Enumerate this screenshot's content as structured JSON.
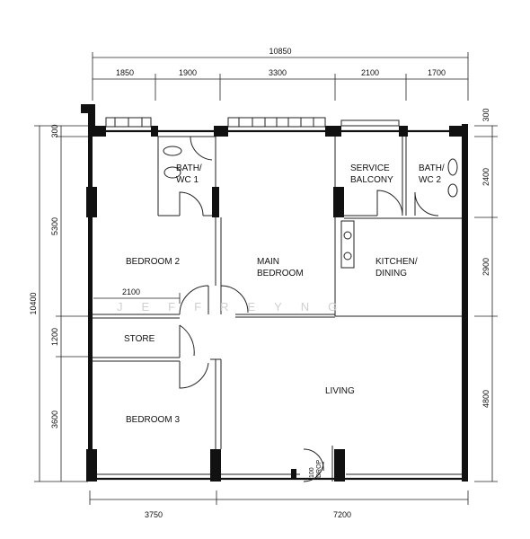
{
  "dimensions": {
    "top_total": "10850",
    "top_segments": [
      "1850",
      "1900",
      "3300",
      "2100",
      "1700"
    ],
    "bottom_segments": [
      "3750",
      "7200"
    ],
    "left_total": "10400",
    "left_segments": [
      "300",
      "5300",
      "1200",
      "3600"
    ],
    "right_segments": [
      "300",
      "2400",
      "2900",
      "4800"
    ],
    "inner_2100": "2100"
  },
  "rooms": {
    "bath_wc1": [
      "BATH/",
      "WC 1"
    ],
    "service_balcony": [
      "SERVICE",
      "BALCONY"
    ],
    "bath_wc2": [
      "BATH/",
      "WC 2"
    ],
    "bedroom2": "BEDROOM 2",
    "main_bedroom": [
      "MAIN",
      "BEDROOM"
    ],
    "kitchen_dining": [
      "KITCHEN/",
      "DINING"
    ],
    "store": "STORE",
    "living": "LIVING",
    "bedroom3": "BEDROOM 3"
  },
  "annotations": {
    "refuse_drop": [
      "100",
      "DROP"
    ]
  },
  "watermark": "JEFFREYNG"
}
